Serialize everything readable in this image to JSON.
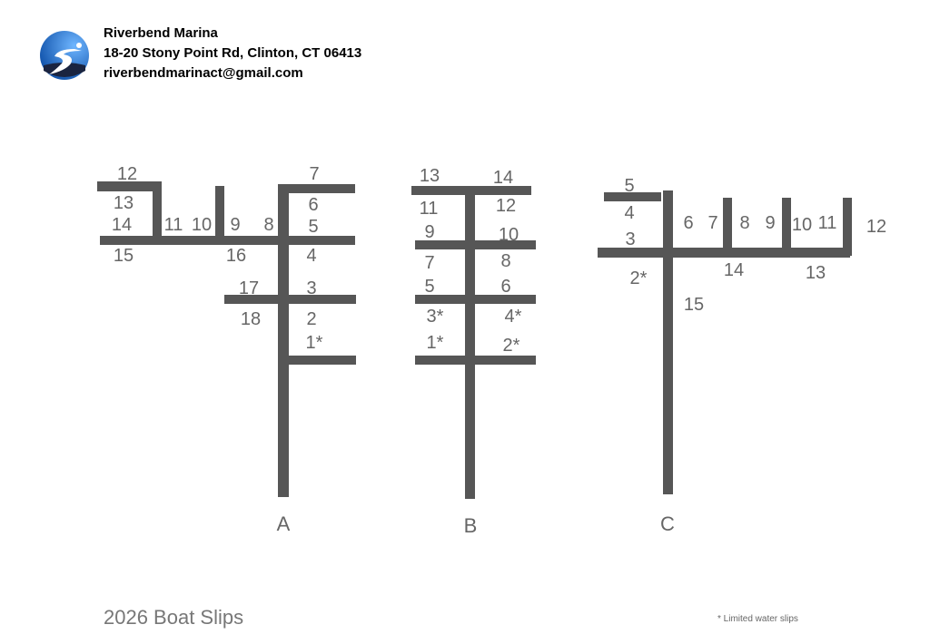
{
  "header": {
    "name": "Riverbend Marina",
    "address": "18-20 Stony Point Rd, Clinton, CT  06413",
    "email": "riverbendmarinact@gmail.com"
  },
  "docks": {
    "A": {
      "label": "A",
      "slips": [
        "12",
        "13",
        "14",
        "11",
        "10",
        "9",
        "8",
        "7",
        "6",
        "5",
        "15",
        "16",
        "4",
        "17",
        "3",
        "18",
        "2",
        "1*"
      ]
    },
    "B": {
      "label": "B",
      "slips": [
        "13",
        "14",
        "11",
        "12",
        "9",
        "10",
        "7",
        "8",
        "5",
        "6",
        "3*",
        "4*",
        "1*",
        "2*"
      ]
    },
    "C": {
      "label": "C",
      "slips": [
        "5",
        "4",
        "6",
        "7",
        "8",
        "9",
        "10",
        "11",
        "12",
        "3",
        "2*",
        "14",
        "13",
        "15"
      ]
    }
  },
  "footer": {
    "title": "2026 Boat Slips",
    "note": "*  Limited water slips"
  },
  "colors": {
    "pier": "#565656",
    "text": "#666666",
    "logo_blue": "#1f6fc4"
  }
}
